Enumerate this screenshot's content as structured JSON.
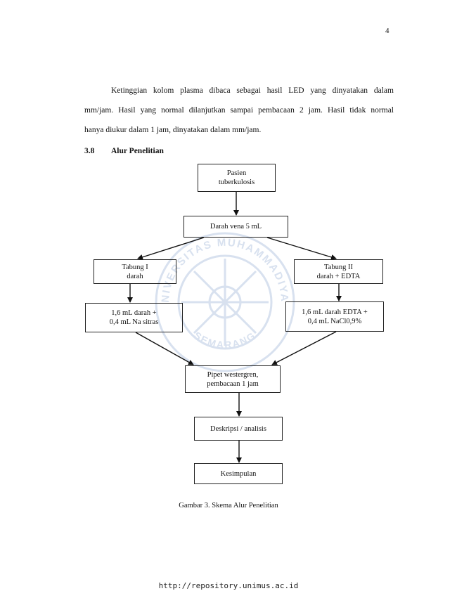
{
  "page_number": "4",
  "paragraph": {
    "line1": "Ketinggian kolom plasma dibaca sebagai hasil LED yang dinyatakan dalam",
    "line2": "mm/jam. Hasil yang normal dilanjutkan sampai pembacaan 2 jam. Hasil tidak normal",
    "line3": "hanya diukur dalam 1 jam, dinyatakan dalam mm/jam."
  },
  "section": {
    "number": "3.8",
    "title": "Alur Penelitian"
  },
  "flowchart": {
    "pasien": "Pasien\ntuberkulosis",
    "darah_vena": "Darah vena 5 mL",
    "tabung1": "Tabung I\ndarah",
    "tabung2": "Tabung II\ndarah + EDTA",
    "mix1": "1,6 mL darah +\n0,4 mL Na sitras",
    "mix2": "1,6 mL darah EDTA +\n0,4 mL NaCl0,9%",
    "pipet": "Pipet westergren,\npembacaan 1 jam",
    "deskripsi": "Deskripsi / analisis",
    "kesimpulan": "Kesimpulan"
  },
  "caption": "Gambar 3. Skema Alur Penelitian",
  "footer_url": "http://repository.unimus.ac.id",
  "watermark": {
    "icon": "university-seal-icon",
    "text_top": "UNIVERSITAS MUHAMMADIYAH",
    "text_bottom": "SEMARANG",
    "color": "#d8e1ef"
  }
}
